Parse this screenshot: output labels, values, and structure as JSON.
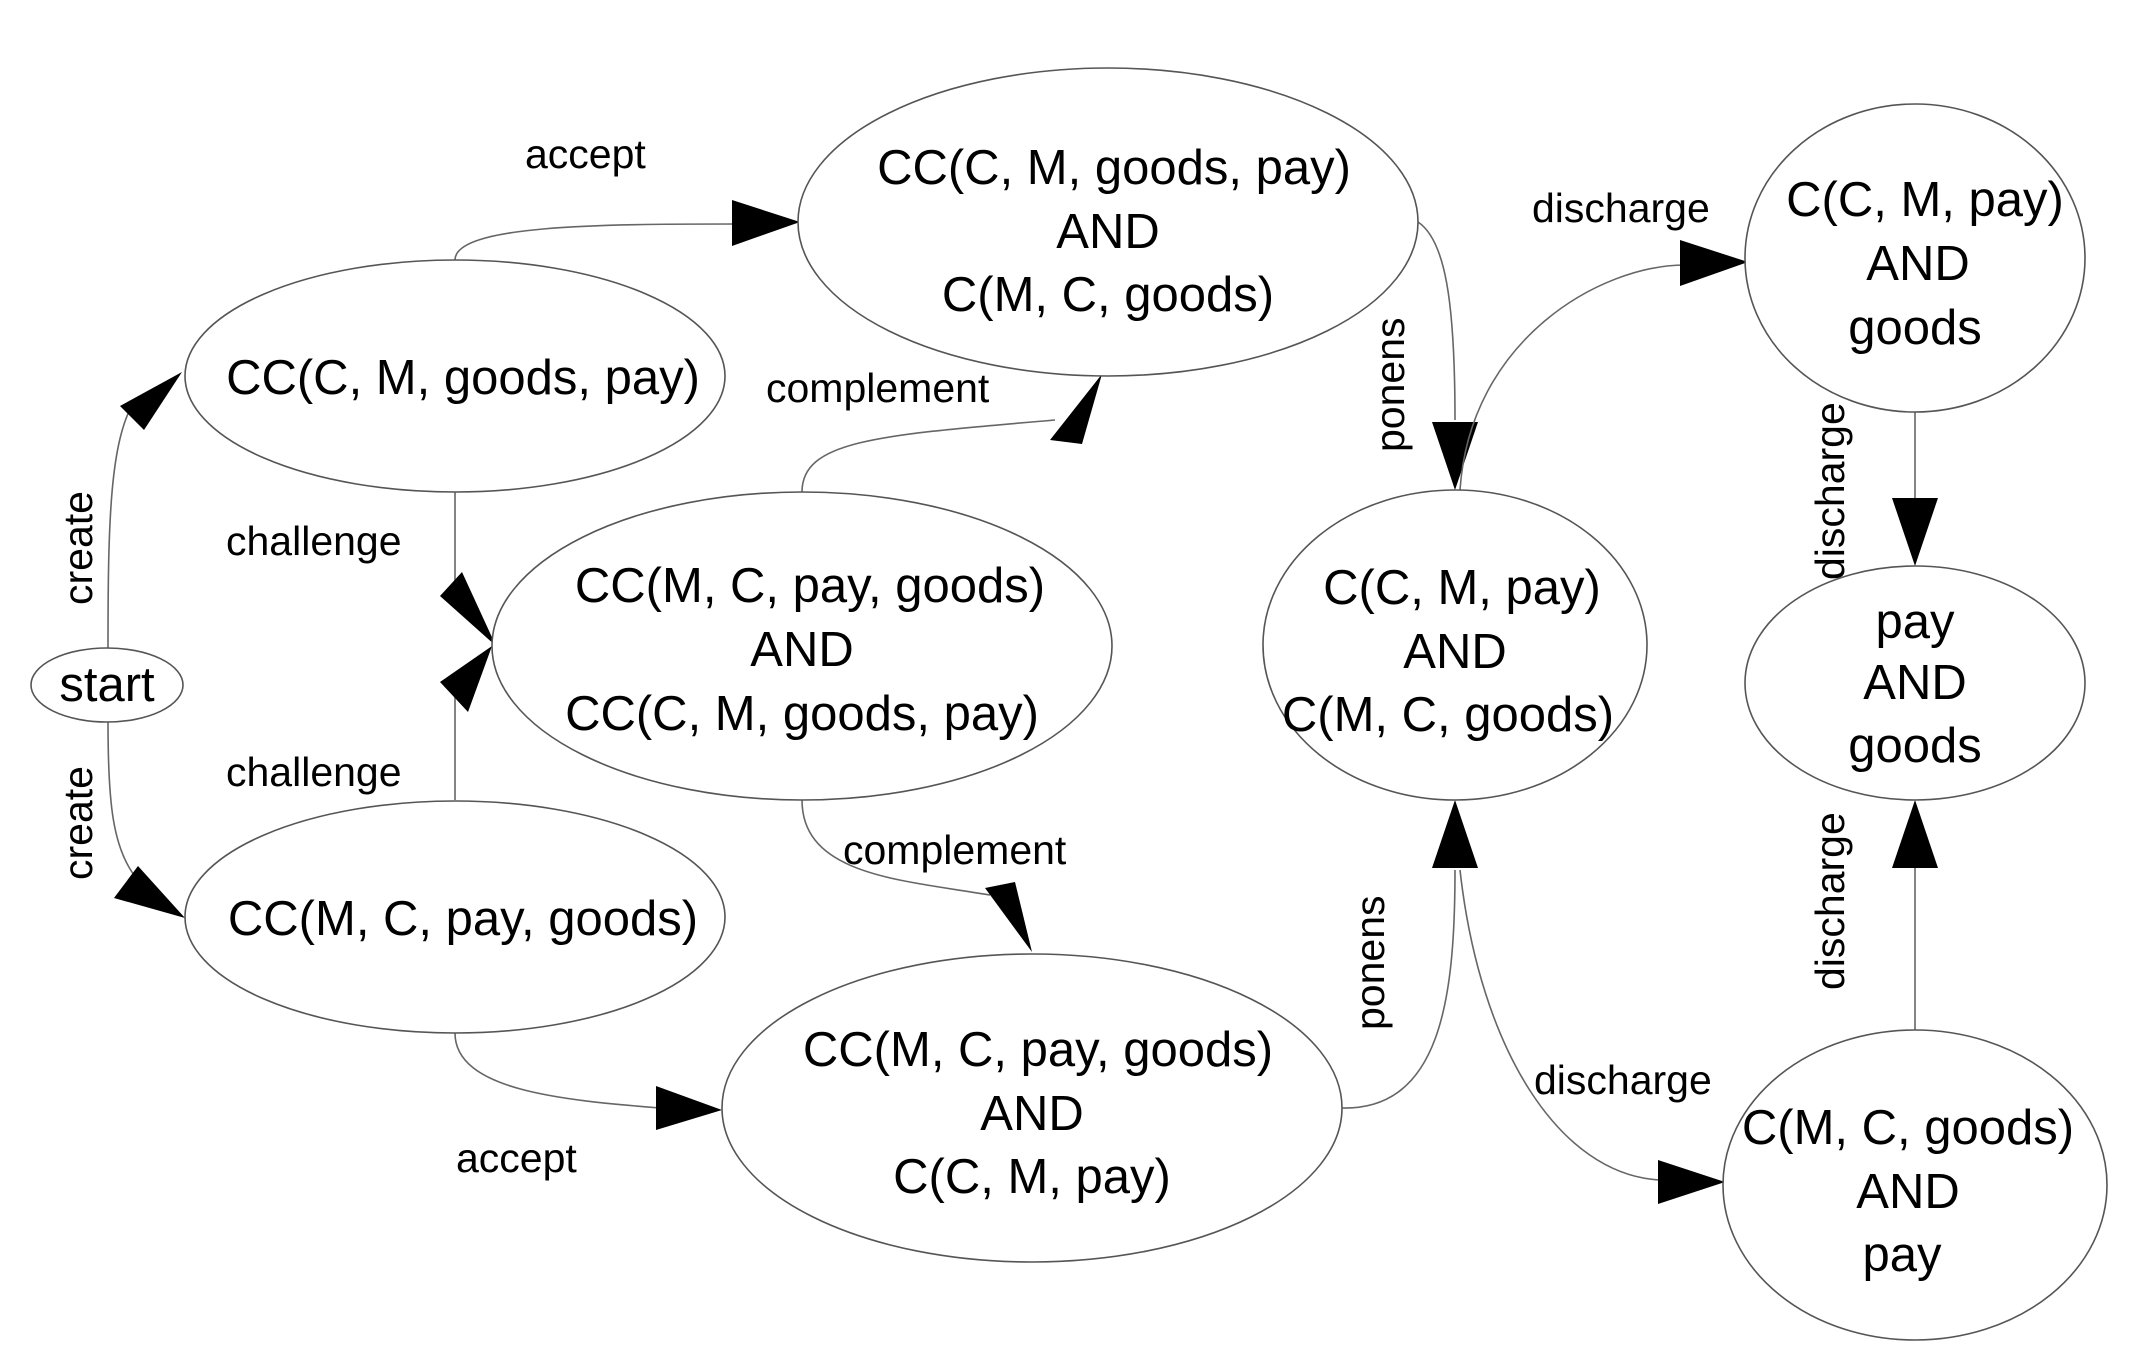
{
  "nodes": [
    {
      "id": "start",
      "lines": [
        "start"
      ]
    },
    {
      "id": "cc_c_m",
      "lines": [
        "CC(C, M, goods, pay)"
      ]
    },
    {
      "id": "cc_m_c",
      "lines": [
        "CC(M, C, pay, goods)"
      ]
    },
    {
      "id": "both_cc",
      "lines": [
        "CC(M, C, pay, goods)",
        "AND",
        "CC(C, M, goods, pay)"
      ]
    },
    {
      "id": "ccc_and_cmc",
      "lines": [
        "CC(C, M, goods, pay)",
        "AND",
        "C(M, C, goods)"
      ]
    },
    {
      "id": "ccm_and_ccm",
      "lines": [
        "CC(M, C, pay, goods)",
        "AND",
        "C(C, M, pay)"
      ]
    },
    {
      "id": "c_both",
      "lines": [
        "C(C, M, pay)",
        "AND",
        "C(M, C, goods)"
      ]
    },
    {
      "id": "cpay_goods",
      "lines": [
        "C(C, M, pay)",
        "AND",
        "goods"
      ]
    },
    {
      "id": "cgoods_pay",
      "lines": [
        "C(M, C, goods)",
        "AND",
        "pay"
      ]
    },
    {
      "id": "final",
      "lines": [
        "pay",
        "AND",
        "goods"
      ]
    }
  ],
  "edges": [
    {
      "from": "start",
      "to": "cc_c_m",
      "label": "create"
    },
    {
      "from": "start",
      "to": "cc_m_c",
      "label": "create"
    },
    {
      "from": "cc_c_m",
      "to": "ccc_and_cmc",
      "label": "accept"
    },
    {
      "from": "cc_c_m",
      "to": "both_cc",
      "label": "challenge"
    },
    {
      "from": "cc_m_c",
      "to": "both_cc",
      "label": "challenge"
    },
    {
      "from": "both_cc",
      "to": "ccc_and_cmc",
      "label": "complement"
    },
    {
      "from": "both_cc",
      "to": "ccm_and_ccm",
      "label": "complement"
    },
    {
      "from": "cc_m_c",
      "to": "ccm_and_ccm",
      "label": "accept"
    },
    {
      "from": "ccc_and_cmc",
      "to": "c_both",
      "label": "ponens"
    },
    {
      "from": "ccm_and_ccm",
      "to": "c_both",
      "label": "ponens"
    },
    {
      "from": "c_both",
      "to": "cpay_goods",
      "label": "discharge"
    },
    {
      "from": "c_both",
      "to": "cgoods_pay",
      "label": "discharge"
    },
    {
      "from": "cpay_goods",
      "to": "final",
      "label": "discharge"
    },
    {
      "from": "cgoods_pay",
      "to": "final",
      "label": "discharge"
    }
  ]
}
